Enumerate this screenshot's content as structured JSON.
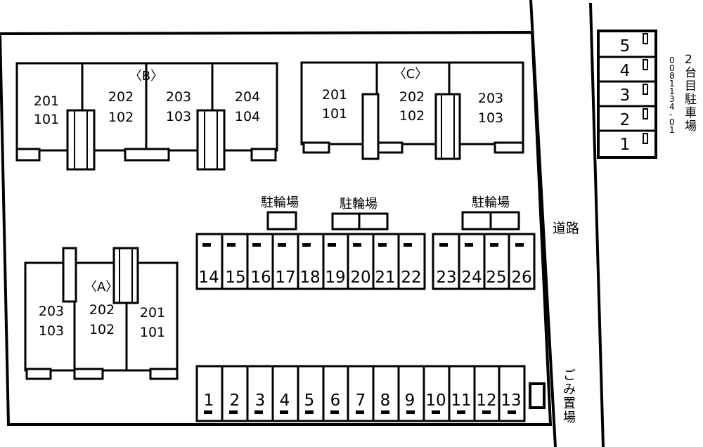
{
  "buildings": {
    "B": {
      "label": "〈B〉",
      "units": [
        {
          "upper": "201",
          "lower": "101"
        },
        {
          "upper": "202",
          "lower": "102"
        },
        {
          "upper": "203",
          "lower": "103"
        },
        {
          "upper": "204",
          "lower": "104"
        }
      ]
    },
    "C": {
      "label": "〈C〉",
      "units": [
        {
          "upper": "201",
          "lower": "101"
        },
        {
          "upper": "202",
          "lower": "102"
        },
        {
          "upper": "203",
          "lower": "103"
        }
      ]
    },
    "A": {
      "label": "〈A〉",
      "units": [
        {
          "upper": "203",
          "lower": "103"
        },
        {
          "upper": "202",
          "lower": "102"
        },
        {
          "upper": "201",
          "lower": "101"
        }
      ]
    }
  },
  "bike_parking": [
    "駐輪場",
    "駐輪場",
    "駐輪場"
  ],
  "parking_upper_row": [
    "14",
    "15",
    "16",
    "17",
    "18",
    "19",
    "20",
    "21",
    "22",
    "23",
    "24",
    "25",
    "26"
  ],
  "parking_lower_row": [
    "1",
    "2",
    "3",
    "4",
    "5",
    "6",
    "7",
    "8",
    "9",
    "10",
    "11",
    "12",
    "13"
  ],
  "road_label": "道路",
  "garbage_label": "ごみ置場",
  "second_lot": {
    "title": "2台目駐車場",
    "phone": "0081134-01",
    "spaces": [
      "5",
      "4",
      "3",
      "2",
      "1"
    ]
  }
}
